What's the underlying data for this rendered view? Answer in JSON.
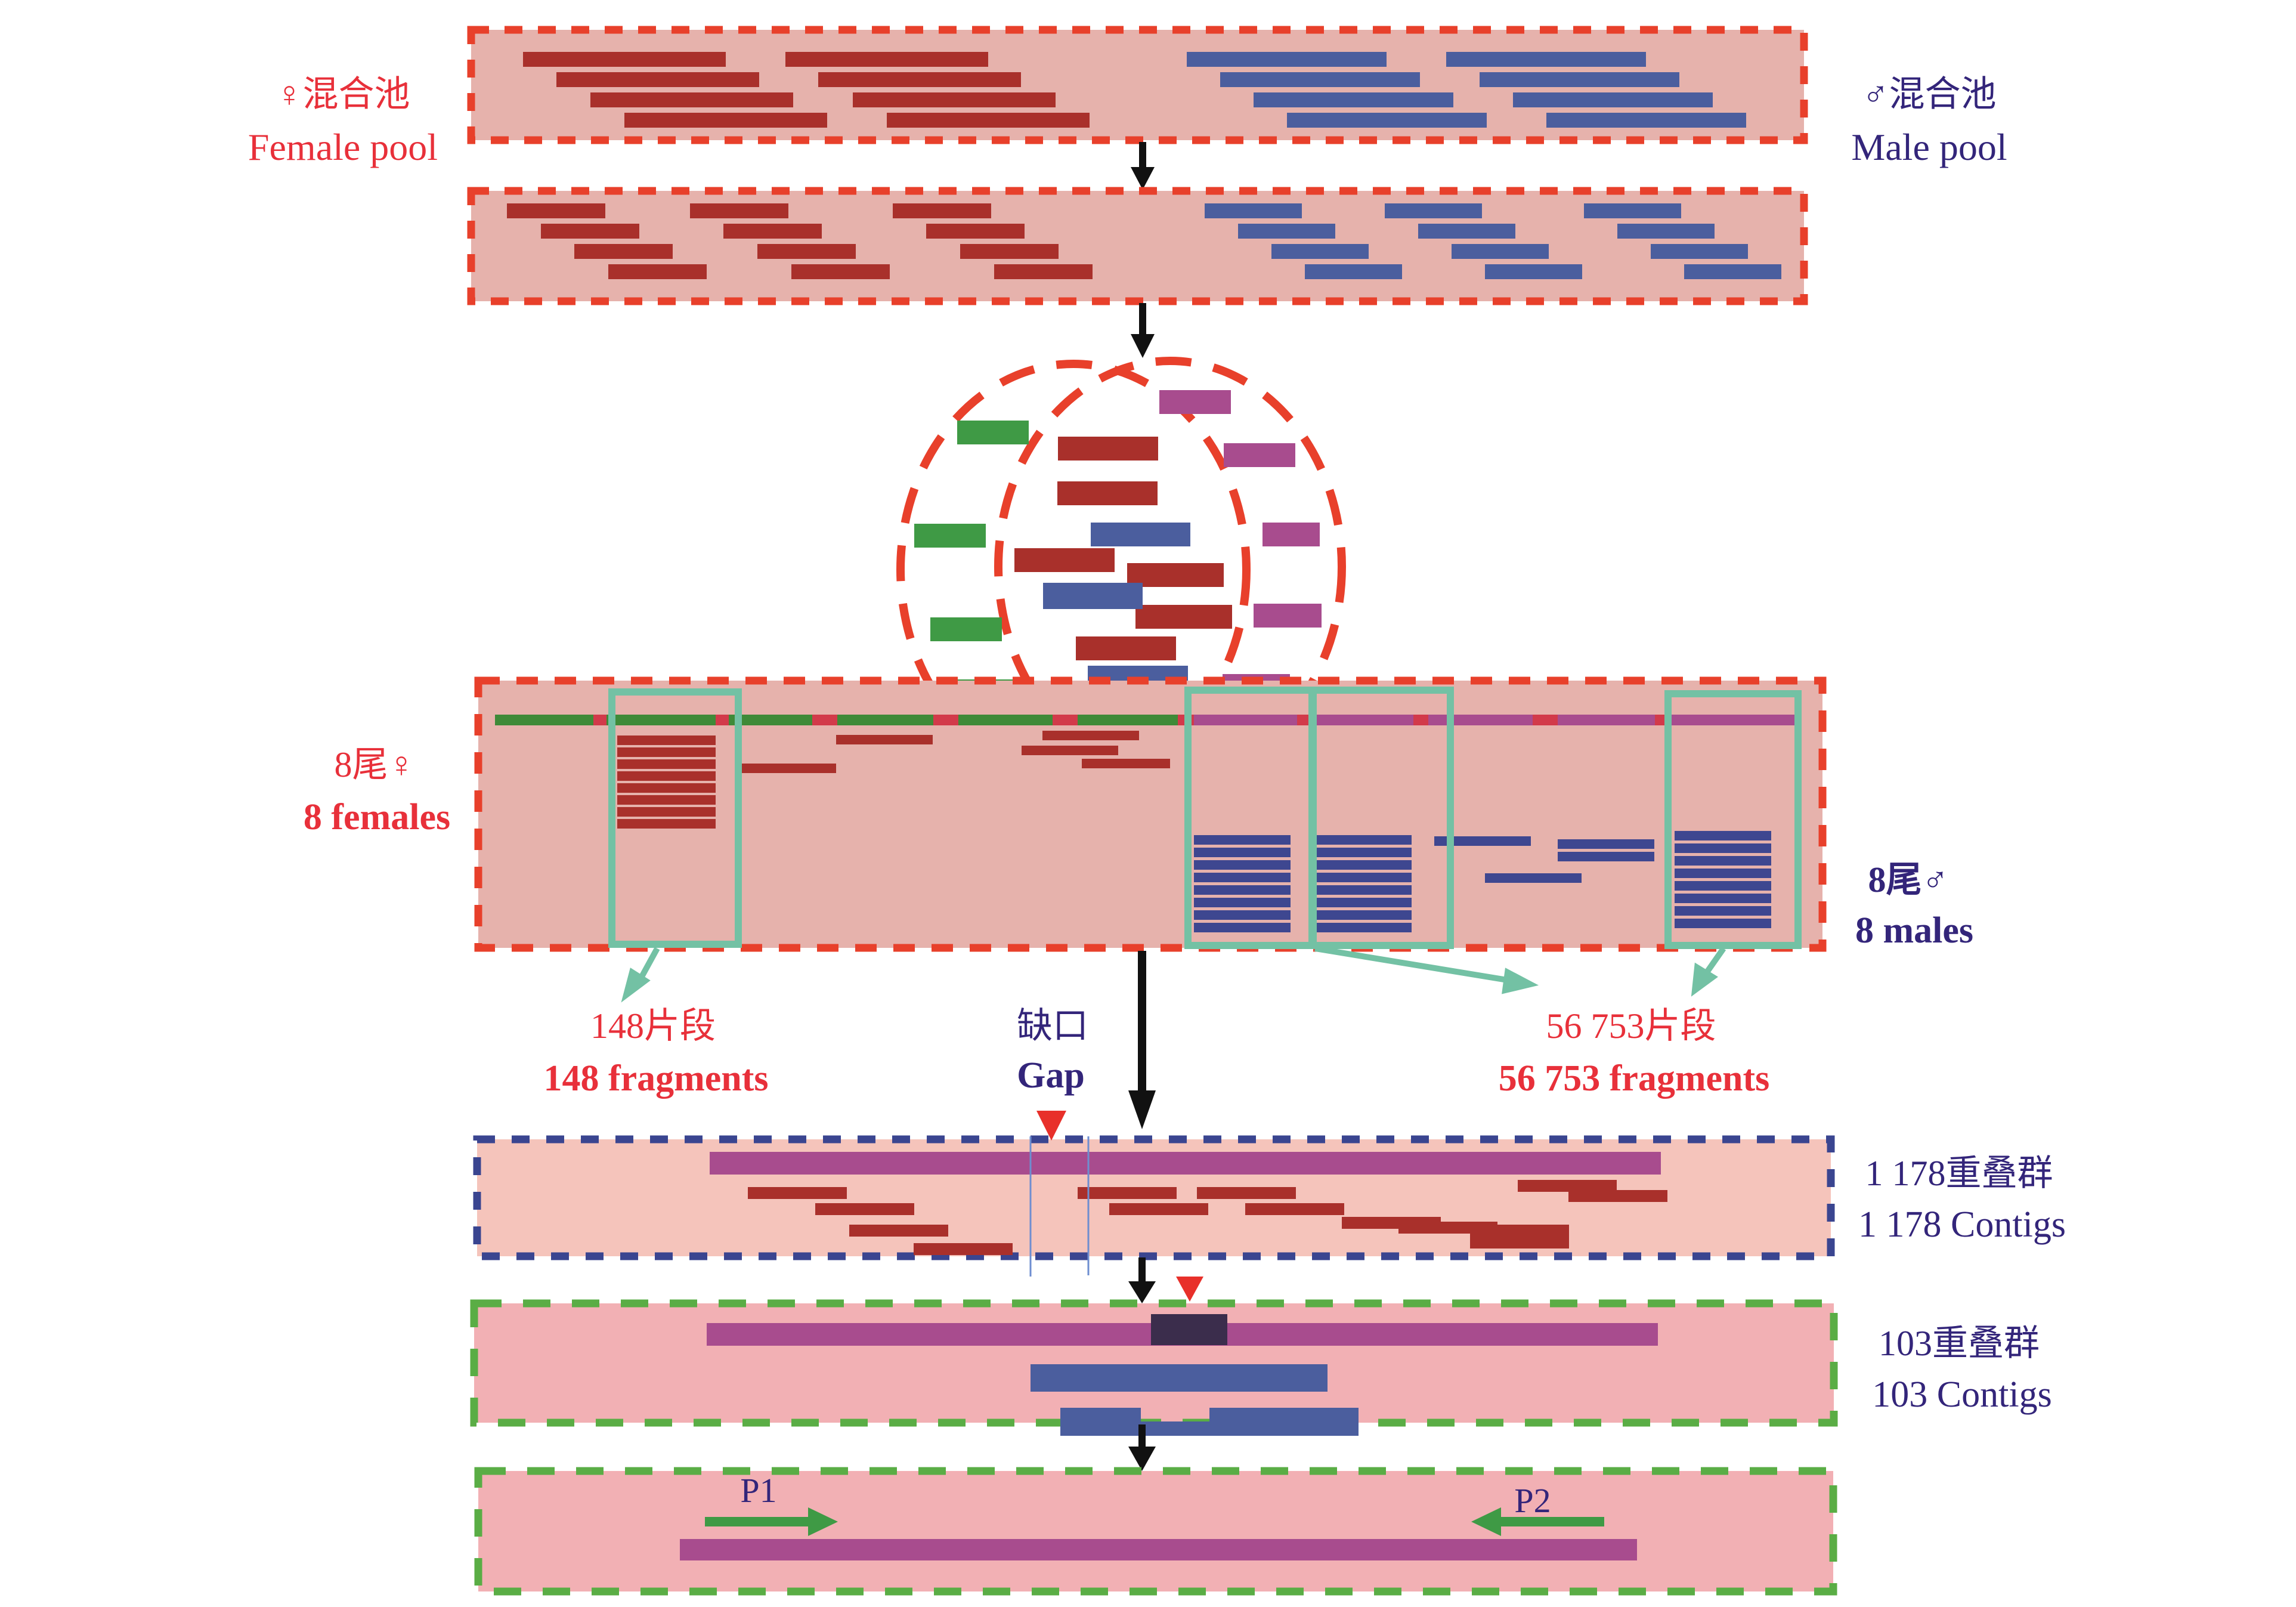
{
  "colors": {
    "female_read": "#a9302b",
    "male_read": "#4b5e9e",
    "male_read_dark": "#3e4790",
    "green_read": "#3f9a45",
    "purple_read": "#a84c8e",
    "pool_bg": "#e6b2ac",
    "contig_bg": "#f5c4bb",
    "final_bg": "#f2b0b4",
    "dash_red": "#e8402b",
    "dash_blue": "#3a4590",
    "dash_green": "#5aad45",
    "teal": "#73c1a4",
    "label_red": "#e8303a",
    "label_navy": "#33257a",
    "gap_marker": "#e8302a",
    "gap_block": "#3b2d4c"
  },
  "labels": {
    "female_pool_cn": "♀混合池",
    "female_pool_en": "Female pool",
    "male_pool_cn": "♂混合池",
    "male_pool_en": "Male pool",
    "females_cn": "8尾♀",
    "females_en": "8 females",
    "males_cn": "8尾♂",
    "males_en": "8 males",
    "frag148_cn": "148片段",
    "frag148_en": "148 fragments",
    "gap_cn": "缺口",
    "gap_en": "Gap",
    "frag56753_cn": "56 753片段",
    "frag56753_en": "56 753 fragments",
    "contigs1178_cn": "1 178重叠群",
    "contigs1178_en": "1 178 Contigs",
    "contigs103_cn": "103重叠群",
    "contigs103_en": "103 Contigs",
    "primer1": "P1",
    "primer2": "P2"
  },
  "icons": {
    "flow_arrow": "down-arrow-icon",
    "gap_marker": "triangle-down-icon",
    "primer_forward": "right-arrow-icon",
    "primer_reverse": "left-arrow-icon"
  }
}
